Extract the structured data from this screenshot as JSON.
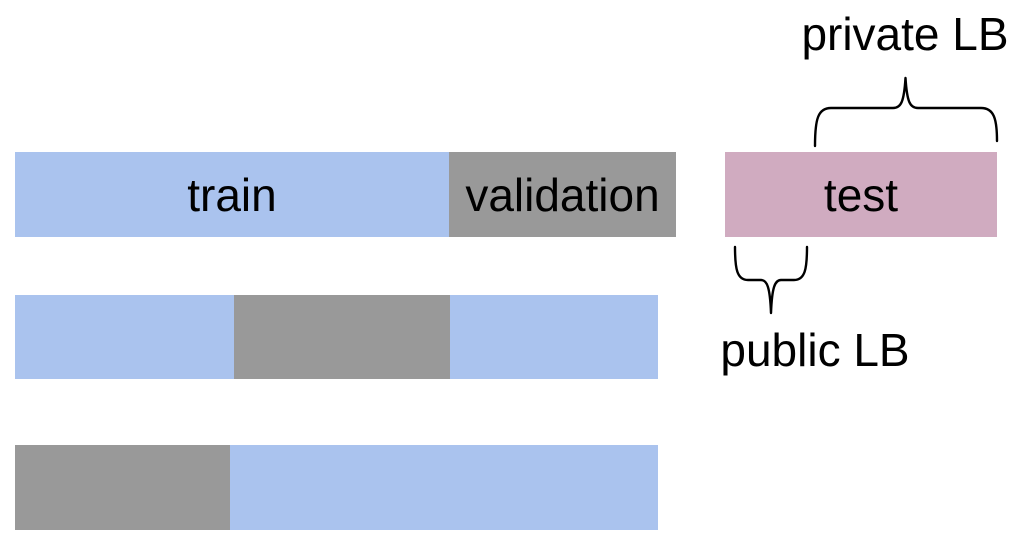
{
  "diagram": {
    "description": "train/validation/test split diagram with cross-validation folds and leaderboard annotations",
    "labels": {
      "train": "train",
      "validation": "validation",
      "test": "test",
      "private_lb": "private LB",
      "public_lb": "public LB"
    },
    "colors": {
      "train_blue": "#aac3ee",
      "validation_gray": "#999999",
      "test_pink": "#d0abc0",
      "brace_black": "#000000",
      "label_text": "#000000",
      "background": "#ffffff"
    },
    "rows": [
      {
        "name": "split-row-1",
        "segments": [
          {
            "role": "train",
            "fraction": 0.66
          },
          {
            "role": "validation",
            "fraction": 0.34
          }
        ]
      },
      {
        "name": "split-row-2",
        "segments": [
          {
            "role": "train",
            "fraction": 0.34
          },
          {
            "role": "validation",
            "fraction": 0.33
          },
          {
            "role": "train",
            "fraction": 0.33
          }
        ]
      },
      {
        "name": "split-row-3",
        "segments": [
          {
            "role": "validation",
            "fraction": 0.33
          },
          {
            "role": "train",
            "fraction": 0.67
          }
        ]
      }
    ],
    "test_bar": {
      "public_lb_fraction": 0.33,
      "private_lb_fraction": 0.67
    }
  }
}
